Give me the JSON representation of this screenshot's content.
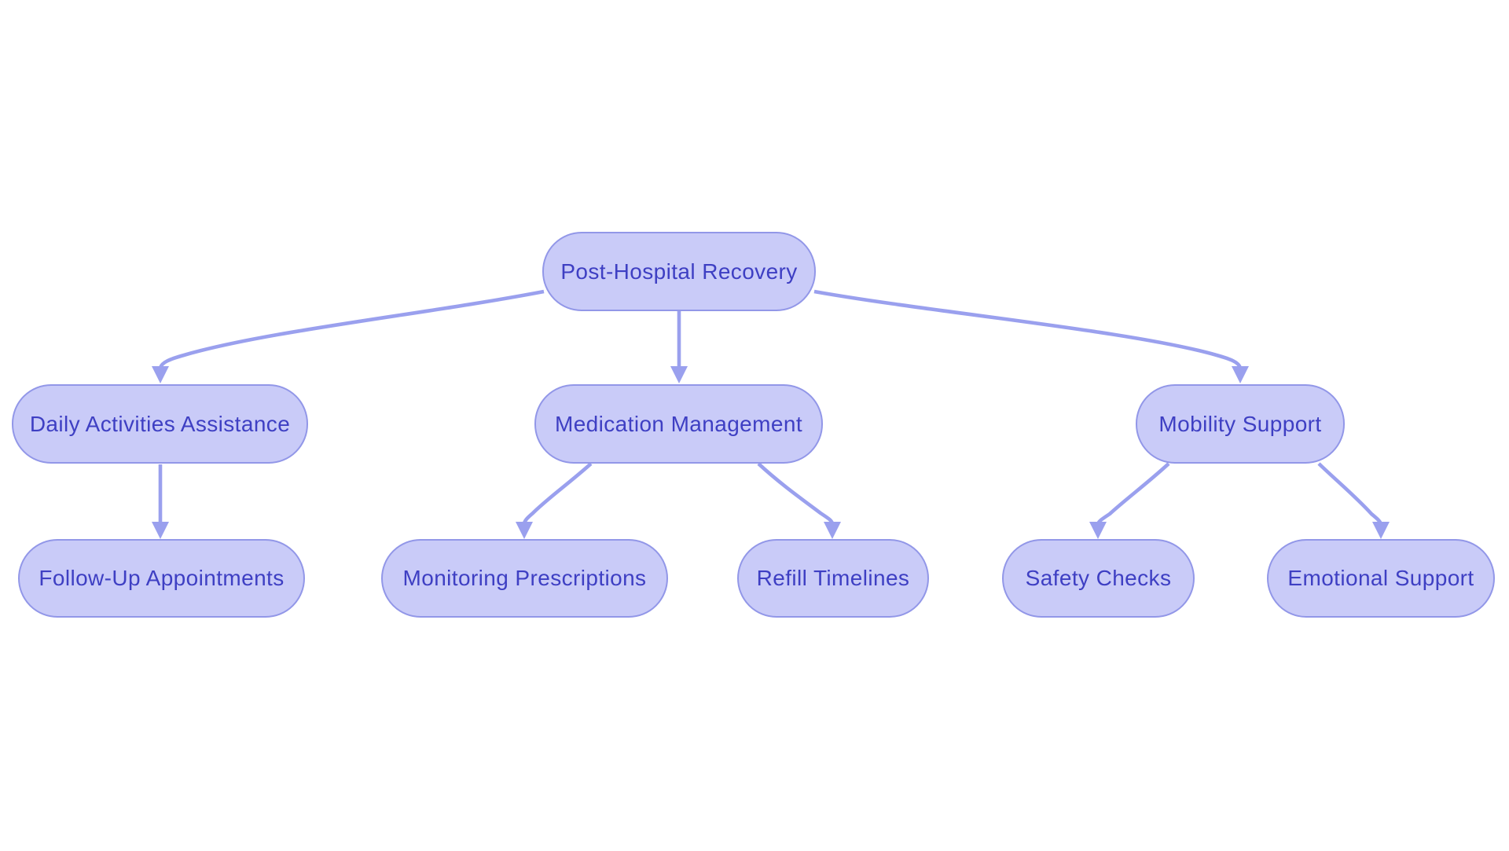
{
  "flowchart": {
    "nodes": [
      {
        "id": "root",
        "label": "Post-Hospital Recovery",
        "level": 1
      },
      {
        "id": "daily-activities-assistance",
        "label": "Daily Activities Assistance",
        "level": 2
      },
      {
        "id": "medication-management",
        "label": "Medication Management",
        "level": 2
      },
      {
        "id": "mobility-support",
        "label": "Mobility Support",
        "level": 2
      },
      {
        "id": "follow-up-appointments",
        "label": "Follow-Up Appointments",
        "level": 3
      },
      {
        "id": "monitoring-prescriptions",
        "label": "Monitoring Prescriptions",
        "level": 3
      },
      {
        "id": "refill-timelines",
        "label": "Refill Timelines",
        "level": 3
      },
      {
        "id": "safety-checks",
        "label": "Safety Checks",
        "level": 3
      },
      {
        "id": "emotional-support",
        "label": "Emotional Support",
        "level": 3
      }
    ],
    "edges": [
      {
        "from": "Post-Hospital Recovery",
        "to": "Daily Activities Assistance"
      },
      {
        "from": "Post-Hospital Recovery",
        "to": "Medication Management"
      },
      {
        "from": "Post-Hospital Recovery",
        "to": "Mobility Support"
      },
      {
        "from": "Daily Activities Assistance",
        "to": "Follow-Up Appointments"
      },
      {
        "from": "Medication Management",
        "to": "Monitoring Prescriptions"
      },
      {
        "from": "Medication Management",
        "to": "Refill Timelines"
      },
      {
        "from": "Mobility Support",
        "to": "Safety Checks"
      },
      {
        "from": "Mobility Support",
        "to": "Emotional Support"
      }
    ],
    "colors": {
      "background": "#ffffff",
      "node_fill": "#c9cbf8",
      "node_border": "#9297e8",
      "edge": "#9aa0ee",
      "text": "#3e3fc3"
    }
  }
}
